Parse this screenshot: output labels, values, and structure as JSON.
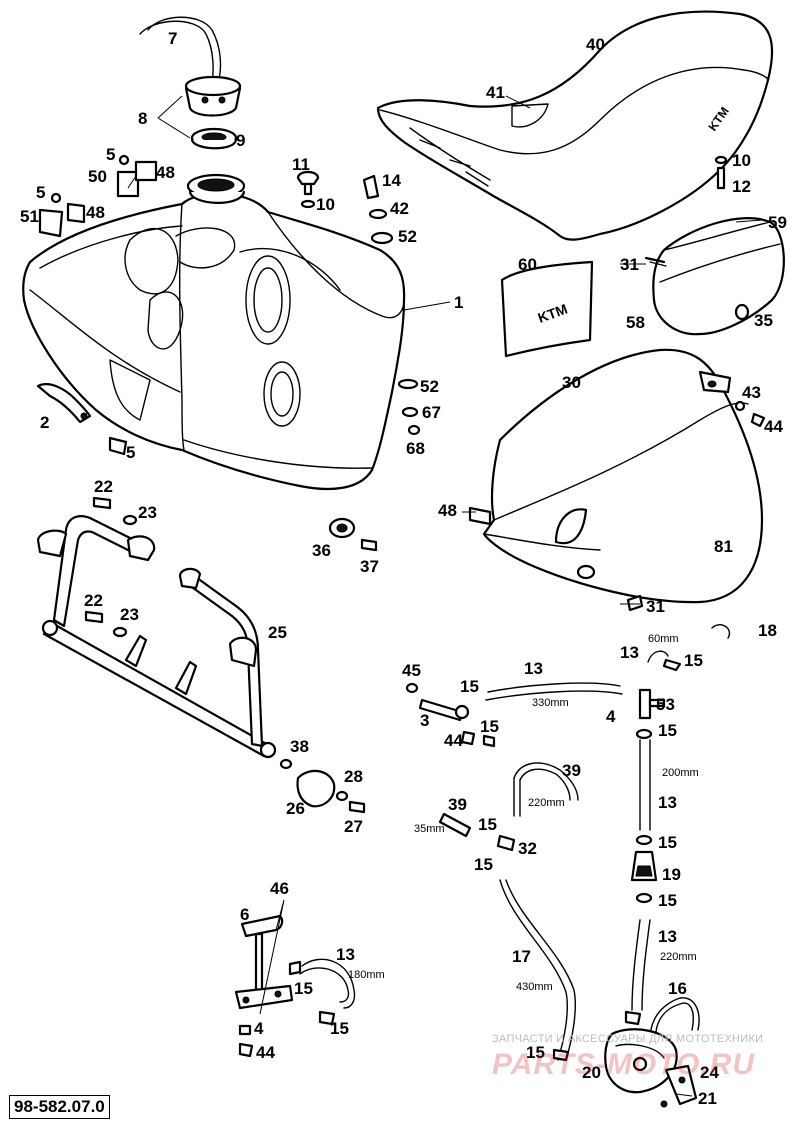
{
  "document": {
    "number": "98-582.07.0"
  },
  "watermark": {
    "caption": "ЗАПЧАСТИ И АКСЕССУАРЫ ДЛЯ МОТОТЕХНИКИ",
    "logo": "PARTS-MOTO.RU"
  },
  "decals": {
    "seat_brand": "KTM",
    "decal_60": "KTM"
  },
  "callouts": [
    {
      "id": "c-7",
      "text": "7"
    },
    {
      "id": "c-8",
      "text": "8"
    },
    {
      "id": "c-9",
      "text": "9"
    },
    {
      "id": "c-40",
      "text": "40"
    },
    {
      "id": "c-41",
      "text": "41"
    },
    {
      "id": "c-10a",
      "text": "10"
    },
    {
      "id": "c-12",
      "text": "12"
    },
    {
      "id": "c-5a",
      "text": "5"
    },
    {
      "id": "c-50",
      "text": "50"
    },
    {
      "id": "c-48a",
      "text": "48"
    },
    {
      "id": "c-5b",
      "text": "5"
    },
    {
      "id": "c-51",
      "text": "51"
    },
    {
      "id": "c-48b",
      "text": "48"
    },
    {
      "id": "c-11",
      "text": "11"
    },
    {
      "id": "c-10b",
      "text": "10"
    },
    {
      "id": "c-14",
      "text": "14"
    },
    {
      "id": "c-42",
      "text": "42"
    },
    {
      "id": "c-52a",
      "text": "52"
    },
    {
      "id": "c-59",
      "text": "59"
    },
    {
      "id": "c-60",
      "text": "60"
    },
    {
      "id": "c-31a",
      "text": "31"
    },
    {
      "id": "c-58",
      "text": "58"
    },
    {
      "id": "c-35",
      "text": "35"
    },
    {
      "id": "c-1",
      "text": "1"
    },
    {
      "id": "c-30",
      "text": "30"
    },
    {
      "id": "c-52b",
      "text": "52"
    },
    {
      "id": "c-43",
      "text": "43"
    },
    {
      "id": "c-67",
      "text": "67"
    },
    {
      "id": "c-44a",
      "text": "44"
    },
    {
      "id": "c-68",
      "text": "68"
    },
    {
      "id": "c-2",
      "text": "2"
    },
    {
      "id": "c-5c",
      "text": "5"
    },
    {
      "id": "c-22a",
      "text": "22"
    },
    {
      "id": "c-23a",
      "text": "23"
    },
    {
      "id": "c-48c",
      "text": "48"
    },
    {
      "id": "c-36",
      "text": "36"
    },
    {
      "id": "c-37",
      "text": "37"
    },
    {
      "id": "c-81",
      "text": "81"
    },
    {
      "id": "c-22b",
      "text": "22"
    },
    {
      "id": "c-23b",
      "text": "23"
    },
    {
      "id": "c-25",
      "text": "25"
    },
    {
      "id": "c-31b",
      "text": "31"
    },
    {
      "id": "c-18",
      "text": "18"
    },
    {
      "id": "c-13a",
      "text": "13"
    },
    {
      "id": "c-15a",
      "text": "15"
    },
    {
      "id": "c-45",
      "text": "45"
    },
    {
      "id": "c-13b",
      "text": "13"
    },
    {
      "id": "c-15b",
      "text": "15"
    },
    {
      "id": "c-53",
      "text": "53"
    },
    {
      "id": "c-3",
      "text": "3"
    },
    {
      "id": "c-15c",
      "text": "15"
    },
    {
      "id": "c-44b",
      "text": "44"
    },
    {
      "id": "c-4a",
      "text": "4"
    },
    {
      "id": "c-15d",
      "text": "15"
    },
    {
      "id": "c-38",
      "text": "38"
    },
    {
      "id": "c-39a",
      "text": "39"
    },
    {
      "id": "c-28",
      "text": "28"
    },
    {
      "id": "c-26",
      "text": "26"
    },
    {
      "id": "c-27",
      "text": "27"
    },
    {
      "id": "c-13c",
      "text": "13"
    },
    {
      "id": "c-39b",
      "text": "39"
    },
    {
      "id": "c-15e",
      "text": "15"
    },
    {
      "id": "c-15f",
      "text": "15"
    },
    {
      "id": "c-32",
      "text": "32"
    },
    {
      "id": "c-15g",
      "text": "15"
    },
    {
      "id": "c-19",
      "text": "19"
    },
    {
      "id": "c-15h",
      "text": "15"
    },
    {
      "id": "c-46",
      "text": "46"
    },
    {
      "id": "c-6",
      "text": "6"
    },
    {
      "id": "c-17",
      "text": "17"
    },
    {
      "id": "c-13d",
      "text": "13"
    },
    {
      "id": "c-13e",
      "text": "13"
    },
    {
      "id": "c-15i",
      "text": "15"
    },
    {
      "id": "c-15j",
      "text": "15"
    },
    {
      "id": "c-16",
      "text": "16"
    },
    {
      "id": "c-4b",
      "text": "4"
    },
    {
      "id": "c-44c",
      "text": "44"
    },
    {
      "id": "c-15k",
      "text": "15"
    },
    {
      "id": "c-20",
      "text": "20"
    },
    {
      "id": "c-24",
      "text": "24"
    },
    {
      "id": "c-21",
      "text": "21"
    }
  ],
  "dimensions": [
    {
      "id": "d-60",
      "text": "60mm"
    },
    {
      "id": "d-330",
      "text": "330mm"
    },
    {
      "id": "d-200",
      "text": "200mm"
    },
    {
      "id": "d-220a",
      "text": "220mm"
    },
    {
      "id": "d-35",
      "text": "35mm"
    },
    {
      "id": "d-180",
      "text": "180mm"
    },
    {
      "id": "d-430",
      "text": "430mm"
    },
    {
      "id": "d-220b",
      "text": "220mm"
    }
  ]
}
